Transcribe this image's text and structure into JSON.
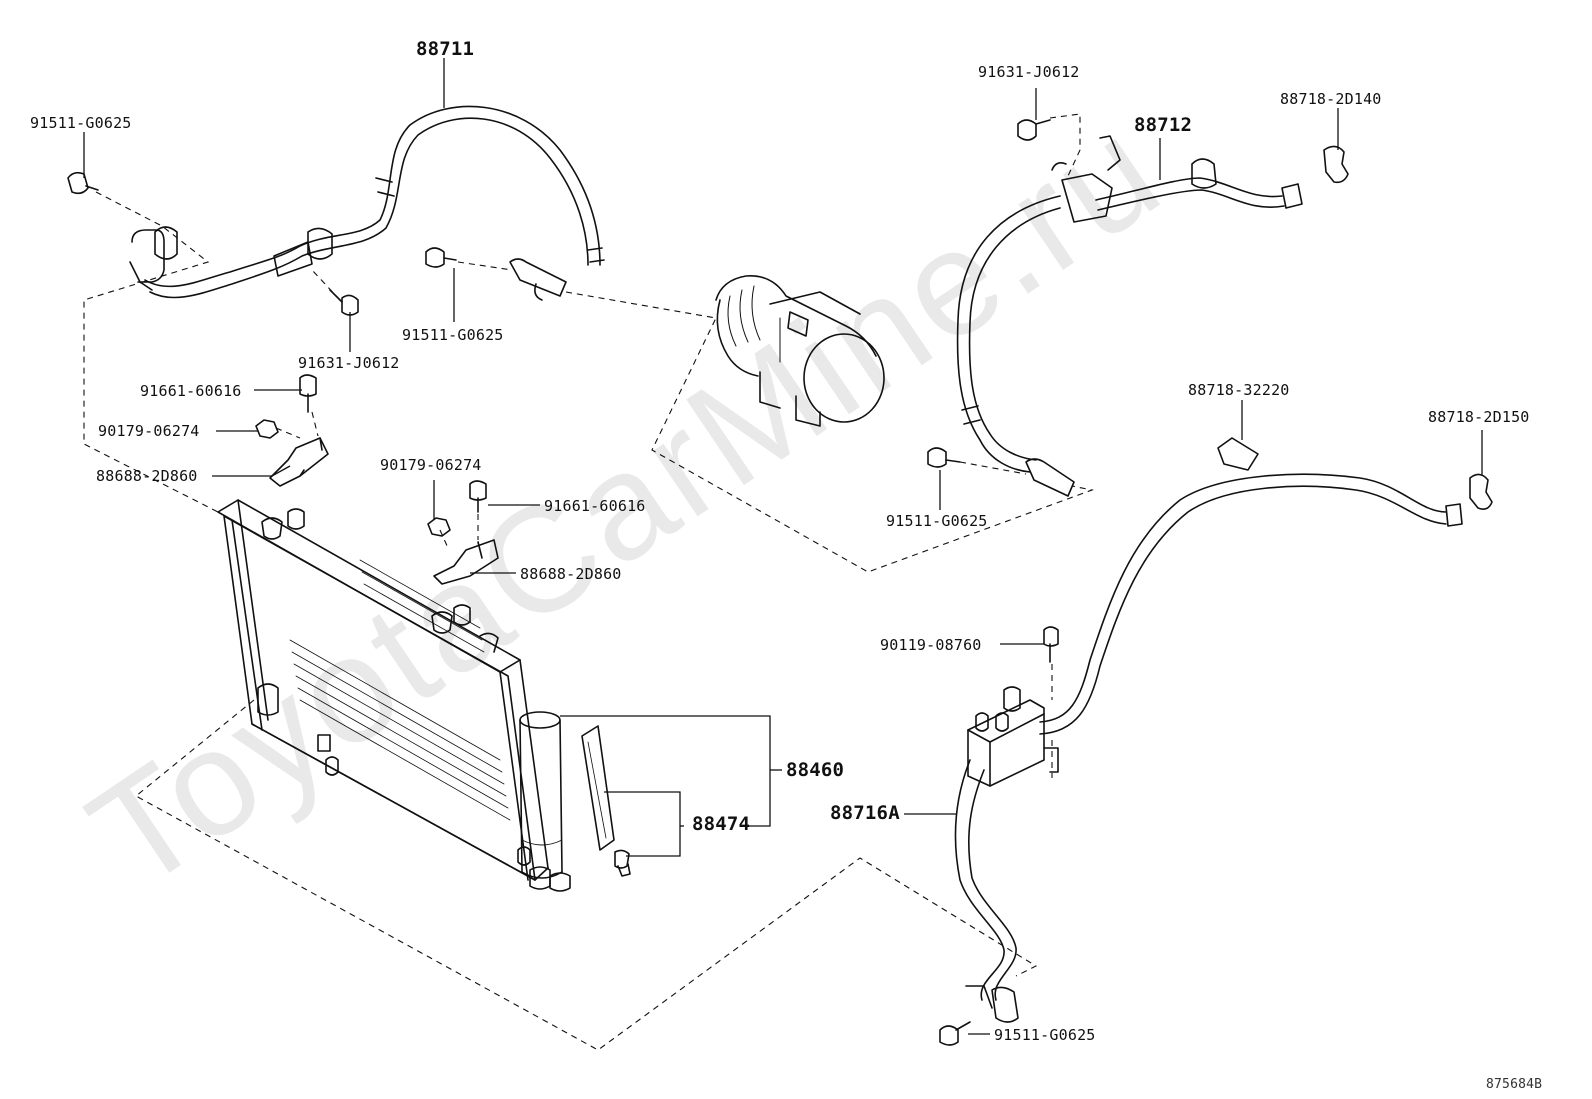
{
  "watermark": "ToyotaCarMine.ru",
  "diagram_id": "875684B",
  "parts": {
    "hose_discharge": "88711",
    "bolt_top_left": "91511-G0625",
    "bolt_compressor_left": "91511-G0625",
    "bolt_clamp_left": "91631-J0612",
    "bolt_bracket_left": "91661-60616",
    "nut_left": "90179-06274",
    "bracket_left": "88688-2D860",
    "nut_mid": "90179-06274",
    "bolt_mid": "91661-60616",
    "bracket_mid": "88688-2D860",
    "drier": "88460",
    "filter": "88474",
    "bolt_top_right": "91631-J0612",
    "hose_suction": "88712",
    "clip_2d140": "88718-2D140",
    "bolt_compressor_right": "91511-G0625",
    "clip_32220": "88718-32220",
    "clip_2d150": "88718-2D150",
    "bolt_block": "90119-08760",
    "tube_liquid": "88716A",
    "bolt_bottom": "91511-G0625"
  }
}
